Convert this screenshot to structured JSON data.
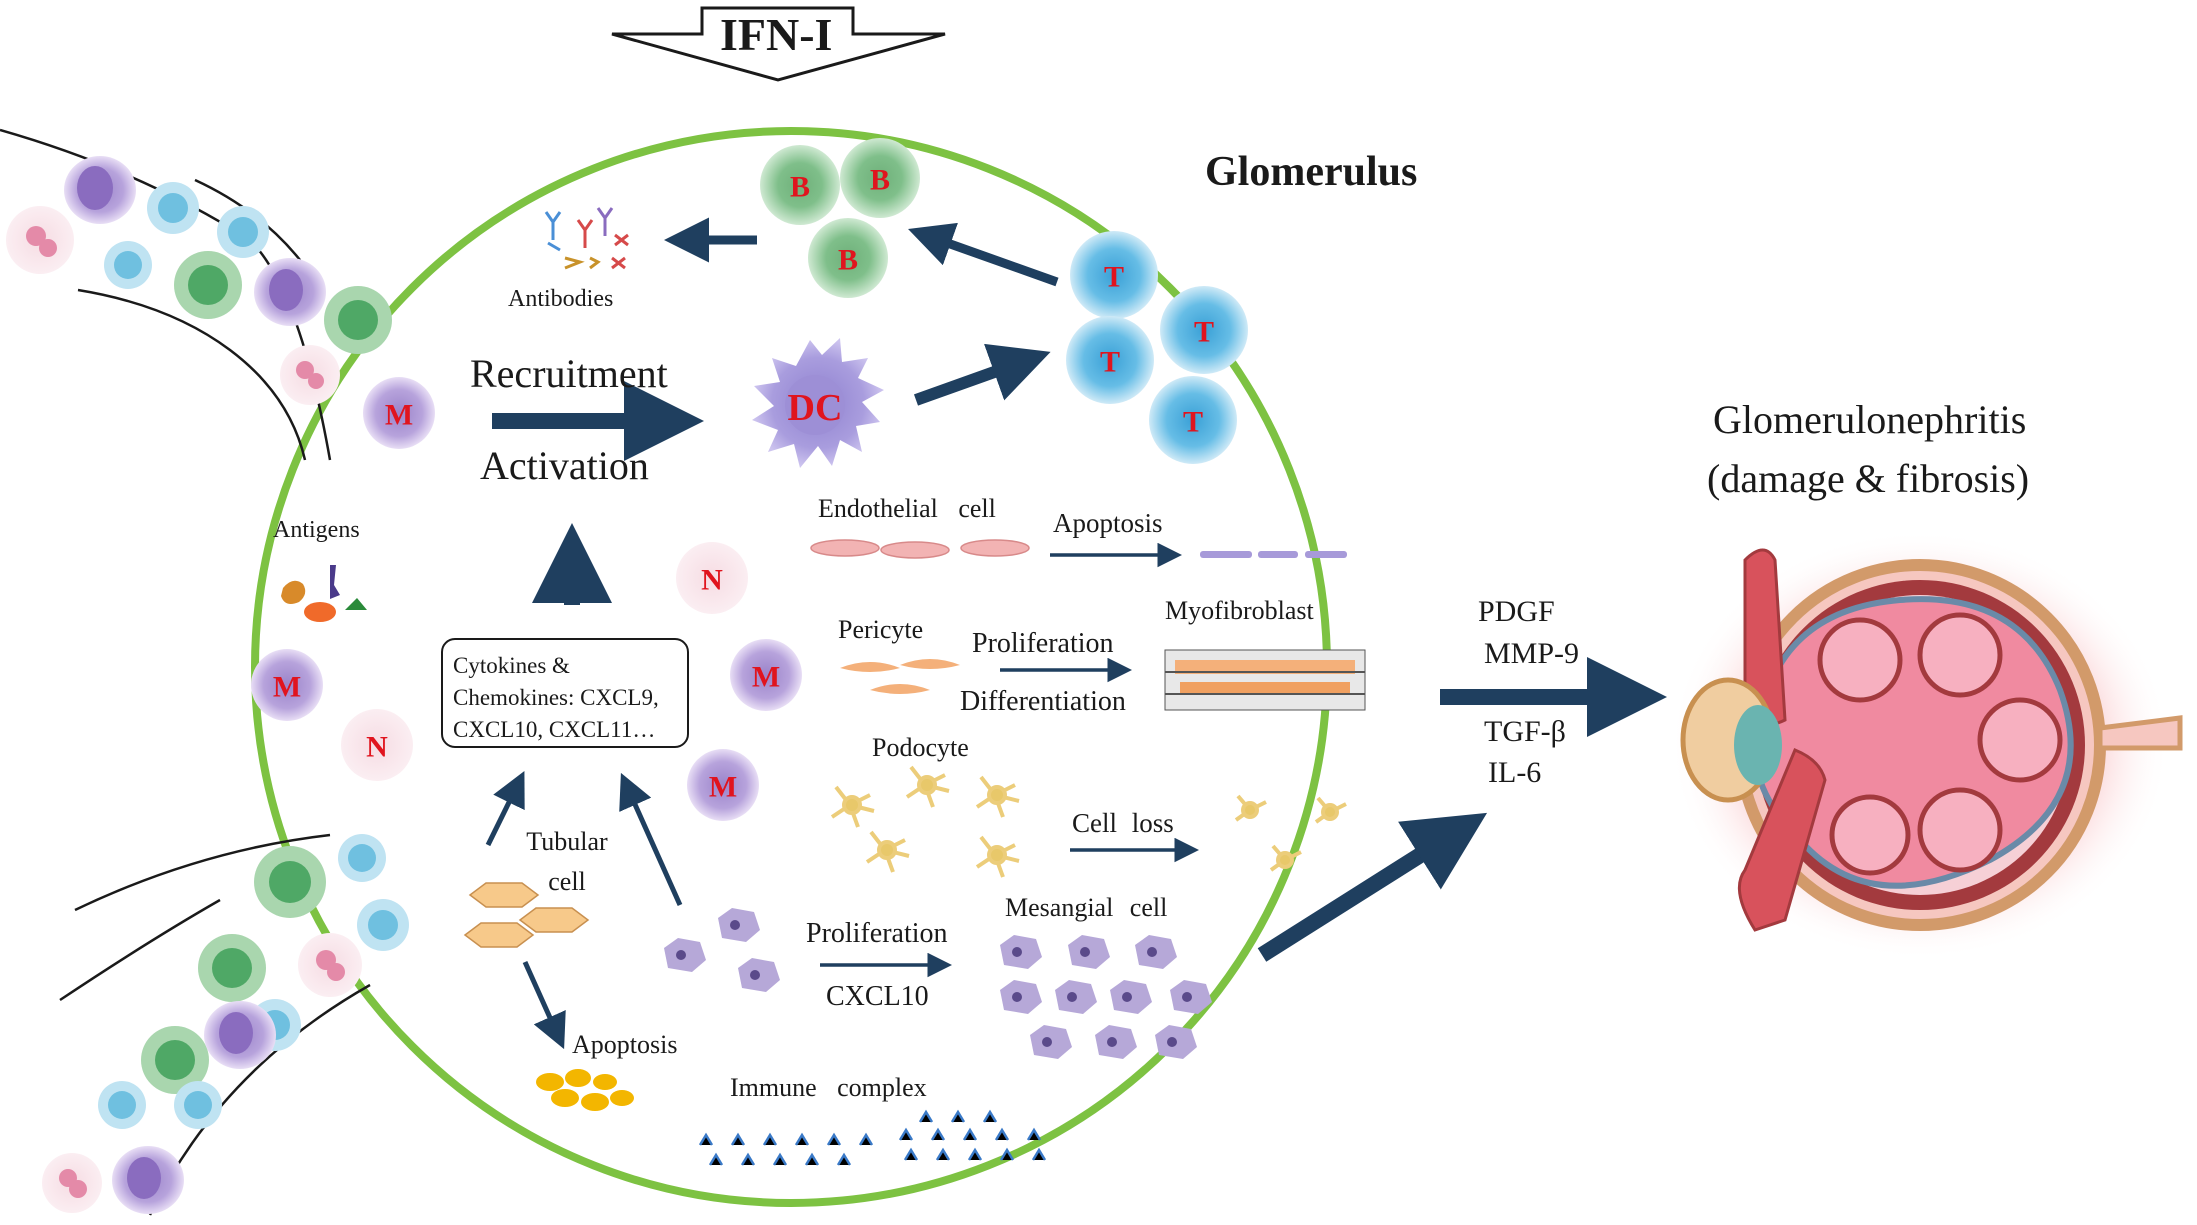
{
  "ifn_label": "IFN-I",
  "glomerulus_title": "Glomerulus",
  "antibodies_label": "Antibodies",
  "recruitment_label": "Recruitment",
  "activation_label": "Activation",
  "antigens_label": "Antigens",
  "cytokines_text": "Cytokines & Chemokines: CXCL9, CXCL10, CXCL11…",
  "tubular_cell_label": "Tubular cell",
  "apoptosis_tubular_label": "Apoptosis",
  "immune_complex_label": "Immune complex",
  "endothelial_label": "Endothelial cell",
  "apoptosis_endothelial_label": "Apoptosis",
  "pericyte_label": "Pericyte",
  "proliferation_label": "Proliferation",
  "differentiation_label": "Differentiation",
  "myofibroblast_label": "Myofibroblast",
  "podocyte_label": "Podocyte",
  "cell_loss_label": "Cell loss",
  "mesangial_label": "Mesangial cell",
  "proliferation_mesangial_label": "Proliferation",
  "cxcl10_label": "CXCL10",
  "factors_top": [
    "PDGF",
    "MMP-9"
  ],
  "factors_bottom": [
    "TGF-β",
    "IL-6"
  ],
  "outcome_title": "Glomerulonephritis",
  "outcome_subtitle": "(damage & fibrosis)",
  "cell_letters": {
    "b": "B",
    "t": "T",
    "dc": "DC",
    "m": "M",
    "n": "N"
  },
  "colors": {
    "glomerulus_ring": "#7dc242",
    "arrow": "#1f3f5f",
    "cell_letter": "#e0141e",
    "b_cell": "#8fc89a",
    "t_cell": "#5ab4dc",
    "dc_cell": "#a79ad9",
    "macrophage": "#b49cd8",
    "neutrophil": "#f2cfd9",
    "apoptotic_bodies": "#f3b600",
    "kidney_pink": "#f6c9cd"
  }
}
